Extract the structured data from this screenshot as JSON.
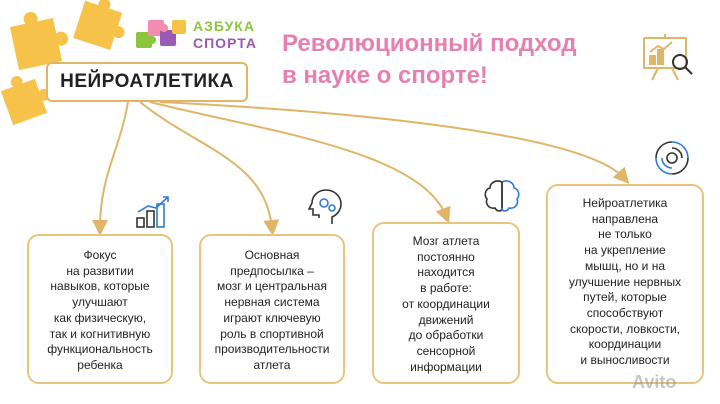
{
  "logo": {
    "line1": "АЗБУКА",
    "line2": "СПОРТА"
  },
  "headline": {
    "line1": "Революционный подход",
    "line2": "в науке о спорте!"
  },
  "root": {
    "label": "НЕЙРОАТЛЕТИКА"
  },
  "cards": [
    {
      "lines": [
        "Фокус",
        "на развитии",
        "навыков, которые",
        "улучшают",
        "как физическую,",
        "так и когнитивную",
        "функциональность",
        "ребенка"
      ]
    },
    {
      "lines": [
        "Основная",
        "предпосылка –",
        "мозг и центральная",
        "нервная система",
        "играют ключевую",
        "роль в спортивной",
        "производительности",
        "атлета"
      ]
    },
    {
      "lines": [
        "Мозг атлета",
        "постоянно",
        "находится",
        "в работе:",
        "от координации",
        "движений",
        "до обработки",
        "сенсорной",
        "информации"
      ]
    },
    {
      "lines": [
        "Нейроатлетика",
        "направлена",
        "не только",
        "на укрепление",
        "мышц, но и на",
        "улучшение нервных",
        "путей, которые",
        "способствуют",
        "скорости, ловкости,",
        "координации",
        "и выносливости"
      ]
    }
  ],
  "icons": {
    "growth": "growth-chart-icon",
    "head": "head-gears-icon",
    "brain": "brain-icon",
    "galaxy": "swirl-icon",
    "presentation": "presentation-board-icon",
    "puzzle": "puzzle-pieces"
  },
  "watermark": "Avito",
  "colors": {
    "accent_pink": "#e680b0",
    "connector_gold": "#e0b567",
    "puzzle_yellow": "#f6c24a",
    "logo_green": "#8cc63f",
    "logo_purple": "#9b59b6"
  }
}
